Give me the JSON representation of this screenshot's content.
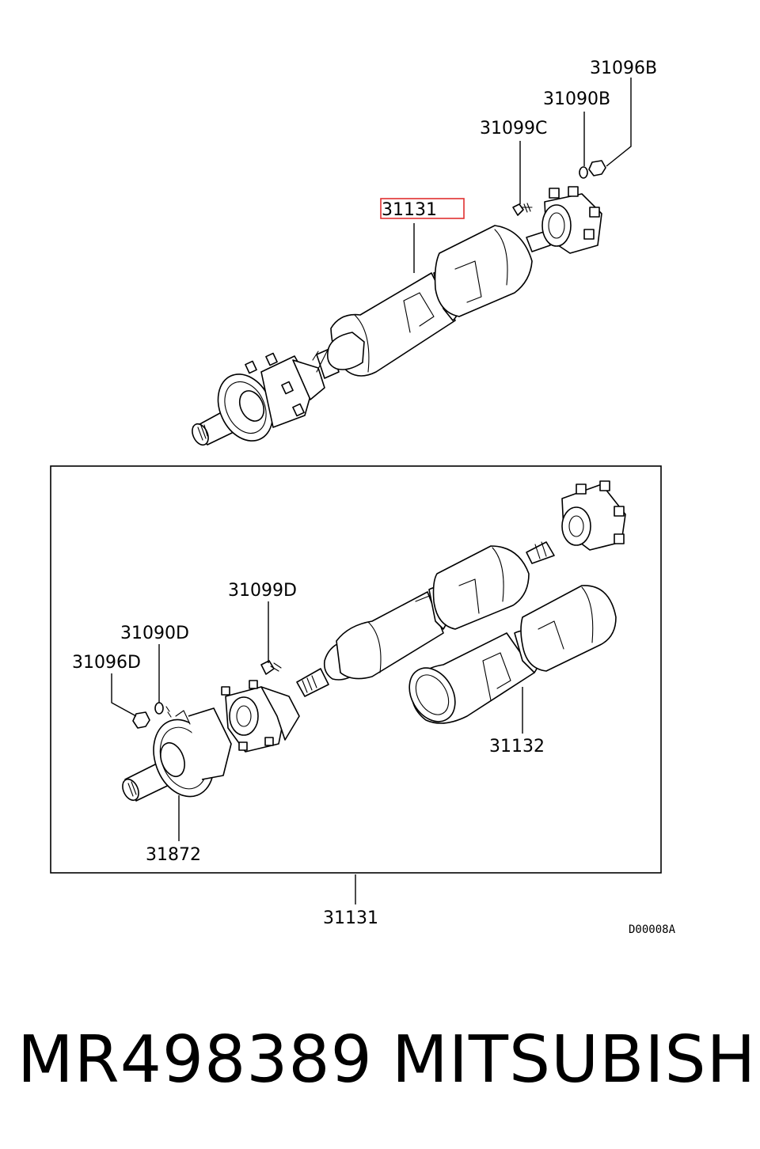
{
  "diagram": {
    "labels": {
      "nut_top": "31096B",
      "washer_top": "31090B",
      "bolt_top": "31099C",
      "shaft_top": "31131",
      "bolt_bottom": "31099D",
      "washer_bottom": "31090D",
      "nut_bottom": "31096D",
      "boot_cover": "31132",
      "center_bearing": "31872",
      "shaft_assembly": "31131"
    },
    "drawing_code": "D00008A",
    "highlight_color": "#e03030",
    "line_color": "#000000"
  },
  "footer": {
    "part_number": "MR498389",
    "brand": "MITSUBISHI"
  }
}
